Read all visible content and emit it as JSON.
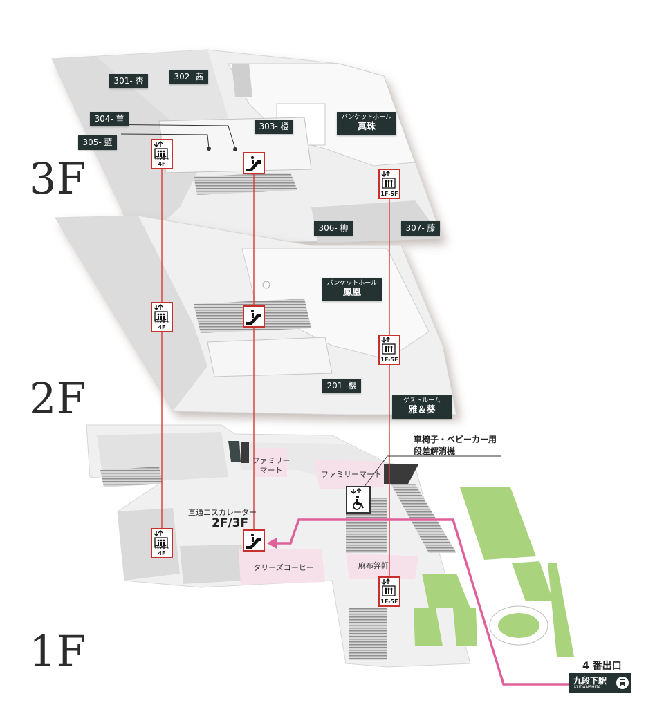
{
  "floors": {
    "f3": "3F",
    "f2": "2F",
    "f1": "1F"
  },
  "rooms3f": {
    "r301": "301- 杏",
    "r302": "302- 茜",
    "r304": "304- 菫",
    "r305": "305- 藍",
    "r303": "303- 橙",
    "r306": "306- 柳",
    "r307": "307- 藤",
    "banquet_sub": "バンケットホール",
    "banquet_main": "真珠"
  },
  "rooms2f": {
    "banquet_sub": "バンケットホール",
    "banquet_main": "鳳凰",
    "r201": "201- 櫻",
    "guest_sub": "ゲストルーム",
    "guest_main": "雅＆葵"
  },
  "floor1": {
    "familymart_small": "ファミリーマート",
    "familymart_big": "ファミリーマート",
    "tullys": "タリーズコーヒー",
    "azabu": "麻布笄軒",
    "lift_title": "車椅子・ベビーカー用",
    "lift_sub": "段差解消機",
    "direct_esc": "直通エスカレーター",
    "direct_esc_floors": "2F/3F",
    "exit": "4 番出口",
    "station": "九段下駅",
    "station_en": "KUDANSHITA"
  },
  "elevators": {
    "west": "B2F-4F",
    "east": "1F-5F"
  },
  "colors": {
    "route_red": "#d93a3a",
    "route_pink": "#e0609a",
    "green_area": "#a9d37c",
    "pink_area": "#f6e1ea",
    "label_bg": "#243231"
  }
}
